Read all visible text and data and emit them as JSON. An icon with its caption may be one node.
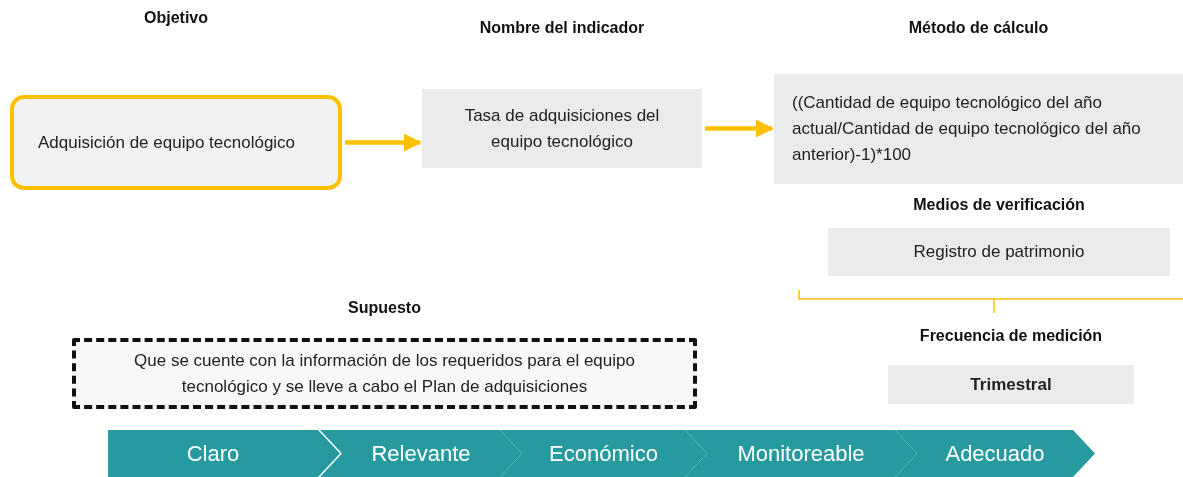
{
  "diagram": {
    "nodes": [
      {
        "text": [
          "Objetivo",
          "Adquisición de equipo tecnológico"
        ]
      },
      {
        "text": [
          "Nombre del indicador",
          "Tasa de adquisiciones del equipo tecnológico"
        ]
      },
      {
        "text": [
          "Método de cálculo",
          "((Cantidad de equipo tecnológico del año actual/Cantidad de equipo tecnológico del año anterior)-1)*100"
        ]
      },
      {
        "text": [
          "Medios de verificación",
          "Registro de patrimonio"
        ]
      },
      {
        "text": [
          "Frecuencia de medición",
          "Trimestral"
        ]
      },
      {
        "text": [
          "Supuesto",
          "Que se cuente con la información de los requeridos para el equipo tecnológico y se lleve a cabo el Plan de adquisiciones"
        ]
      },
      {
        "text": [
          "Claro"
        ]
      },
      {
        "text": [
          "Relevante"
        ]
      },
      {
        "text": [
          "Económico"
        ]
      },
      {
        "text": [
          "Monitoreable"
        ]
      },
      {
        "text": [
          "Adecuado"
        ]
      }
    ],
    "edges": [
      {
        "from": 0,
        "to": 1,
        "arrow": "to"
      },
      {
        "from": 1,
        "to": 2,
        "arrow": "to"
      }
    ]
  }
}
